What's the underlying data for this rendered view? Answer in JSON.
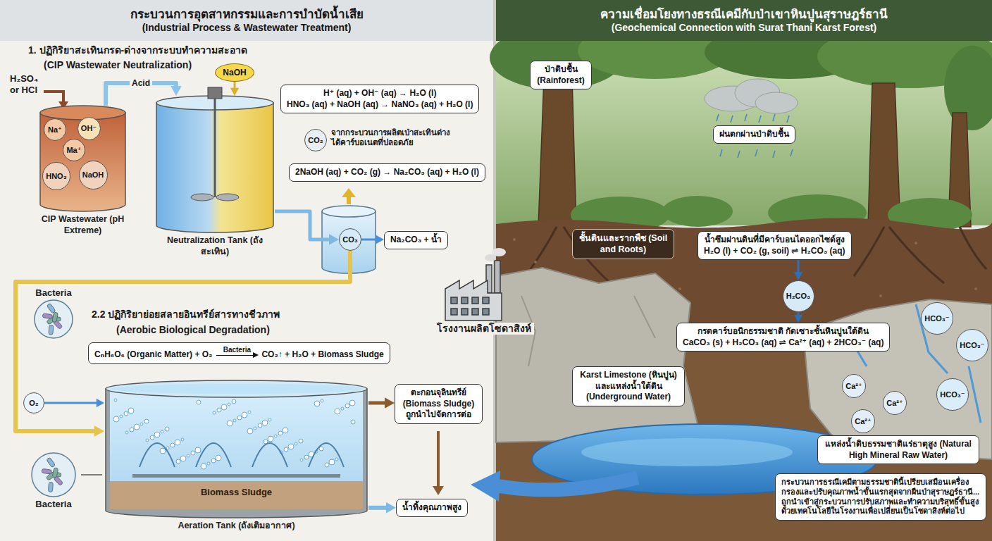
{
  "diagram": {
    "nodes": [
      {
        "text": [
          "กระบวนการอุตสาหกรรมและการบำบัดน้ำเสีย",
          "(Industrial Process & Wastewater Treatment)"
        ]
      },
      {
        "text": [
          "ความเชื่อมโยงทางธรณีเคมีกับป่าเขาหินปูนสุราษฎร์ธานี",
          "(Geochemical Connection with Surat Thani Karst Forest)"
        ]
      },
      {
        "text": [
          "CIP Wastewater (pH Extreme)"
        ]
      },
      {
        "text": [
          "Na⁺"
        ],
        "in": 2
      },
      {
        "text": [
          "OH⁻"
        ],
        "in": 2
      },
      {
        "text": [
          "Ma⁺"
        ],
        "in": 2
      },
      {
        "text": [
          "HNO₃"
        ],
        "in": 2
      },
      {
        "text": [
          "NaOH"
        ],
        "in": 2
      },
      {
        "text": [
          "NaOH"
        ]
      },
      {
        "text": [
          "Neutralization Tank (ถังสะเทิน)"
        ]
      },
      {
        "text": [
          "H⁺ (aq) + OH⁻ (aq) → H₂O (l)",
          "HNO₃ (aq) + NaOH (aq) → NaNO₃ (aq) + H₂O (l)"
        ]
      },
      {
        "text": [
          "CO₂"
        ]
      },
      {
        "text": [
          "2NaOH (aq) + CO₂ (g) → Na₂CO₃ (aq) + H₂O (l)"
        ]
      },
      {
        "text": [
          "CO₃"
        ]
      },
      {
        "text": [
          "Na₂CO₃ + น้ำ"
        ]
      },
      {
        "text": [
          "Bacteria"
        ]
      },
      {
        "text": [
          "CₙH₆O₆ (Organic Matter) + O₂",
          "Bacteria",
          "CO₂↑ + H₂O + Biomass Sludge"
        ]
      },
      {
        "text": [
          "O₂"
        ]
      },
      {
        "text": [
          "Biomass Sludge",
          "Aeration Tank (ถังเติมอากาศ)"
        ]
      },
      {
        "text": [
          "Bacteria"
        ]
      },
      {
        "text": [
          "ตะกอนจุลินทรีย์ (Biomass Sludge) ถูกนำไปจัดการต่อ"
        ]
      },
      {
        "text": [
          "น้ำทิ้งคุณภาพสูง"
        ]
      },
      {
        "text": [
          "ป่าดิบชื้น (Rainforest)"
        ]
      },
      {
        "text": [
          "ฝนตกผ่านป่าดิบชื้น"
        ]
      },
      {
        "text": [
          "ชั้นดินและรากพืช (Soil and Roots)"
        ]
      },
      {
        "text": [
          "น้ำซึมผ่านดินที่มีคาร์บอนไดออกไซด์สูง",
          "H₂O (l) + CO₂ (g, soil) ⇌ H₂CO₃ (aq)"
        ]
      },
      {
        "text": [
          "H₂CO₃"
        ]
      },
      {
        "text": [
          "กรดคาร์บอนิกธรรมชาติ กัดเซาะชั้นหินปูนใต้ดิน",
          "CaCO₃ (s) + H₂CO₃ (aq) ⇌ Ca²⁺ (aq) + 2HCO₃⁻ (aq)"
        ]
      },
      {
        "text": [
          "HCO₃⁻"
        ]
      },
      {
        "text": [
          "HCO₃⁻"
        ]
      },
      {
        "text": [
          "Karst Limestone (หินปูน) และแหล่งน้ำใต้ดิน (Underground Water)"
        ]
      },
      {
        "text": [
          "Ca²⁺"
        ]
      },
      {
        "text": [
          "Ca²⁺"
        ]
      },
      {
        "text": [
          "Ca²⁺"
        ]
      },
      {
        "text": [
          "HCO₃⁻"
        ]
      },
      {
        "text": [
          "แหล่งน้ำดิบธรรมชาติแร่ธาตุสูง (Natural High Mineral Raw Water)"
        ]
      },
      {
        "text": [
          "กระบวนการธรณีเคมีตามธรรมชาตินี้เปรียบเสมือนเครื่องกรองและปรับคุณภาพน้ำขั้นแรกสุดจากผืนป่าสุราษฎร์ธานี... ถูกนำเข้าสู่กระบวนการปรับสภาพและทำความบริสุทธิ์ขั้นสูงด้วยเทคโนโลยีในโรงงานเพื่อเปลี่ยนเป็นโซดาสิงห์ต่อไป"
        ]
      }
    ],
    "edges": [
      {
        "from": 2,
        "to": 9,
        "arrow": "to",
        "label": "Acid"
      },
      {
        "from": 8,
        "to": 9,
        "arrow": "to"
      },
      {
        "from": 9,
        "to": 13,
        "arrow": "to"
      },
      {
        "from": 13,
        "to": 14,
        "arrow": "to"
      },
      {
        "from": 13,
        "to": 18,
        "arrow": "to"
      },
      {
        "from": 17,
        "to": 18,
        "arrow": "to"
      },
      {
        "from": 18,
        "to": 20,
        "arrow": "to"
      },
      {
        "from": 18,
        "to": 21,
        "arrow": "to"
      },
      {
        "from": 25,
        "to": 26,
        "arrow": "to"
      },
      {
        "from": 26,
        "to": 27,
        "arrow": "to"
      }
    ],
    "labels": [
      "1. ปฏิกิริยาสะเทินกรด-ด่างจากระบบทำความสะอาด",
      "(CIP Wastewater Neutralization)",
      "H₂SO₄ or HCl",
      "จากกระบวนการผลิตเป่าสะเทินด่าง ได้คาร์บอเนตที่ปลอดภัย",
      "2.2 ปฏิกิริยาย่อยสลายอินทรีย์สารทางชีวภาพ",
      "(Aerobic Biological Degradation)",
      "โรงงานผลิตโซดาสิงห์"
    ]
  }
}
